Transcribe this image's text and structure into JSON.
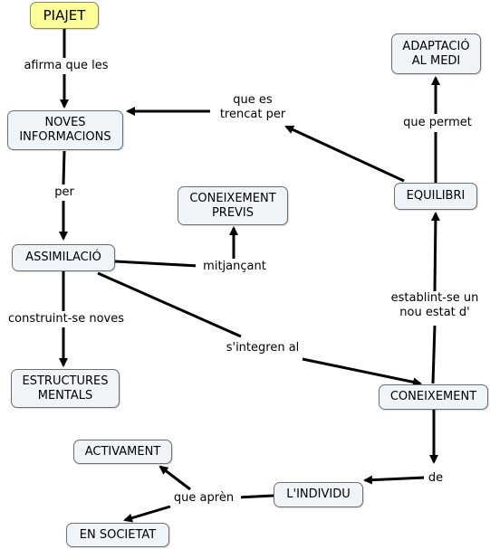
{
  "nodes": {
    "piajet": "PIAJET",
    "noves_informacions": "NOVES\nINFORMACIONS",
    "assimilacio": "ASSIMILACIÓ",
    "coneixement_previs": "CONEIXEMENT\nPREVIS",
    "estructures_mentals": "ESTRUCTURES\nMENTALS",
    "adaptacio_al_medi": "ADAPTACIÓ\nAL MEDI",
    "equilibri": "EQUILIBRI",
    "coneixement": "CONEIXEMENT",
    "activament": "ACTIVAMENT",
    "lindividu": "L'INDIVIDU",
    "en_societat": "EN SOCIETAT"
  },
  "links": {
    "afirma_que_les": "afirma que les",
    "per": "per",
    "que_es_trencat_per": "que es\ntrencat per",
    "que_permet": "que permet",
    "mitjancant": "mitjançant",
    "construint_se_noves": "construint-se noves",
    "sintegren_al": "s'integren al",
    "establint_se": "establint-se un\nnou estat d'",
    "de": "de",
    "que_apren": "que aprèn"
  }
}
